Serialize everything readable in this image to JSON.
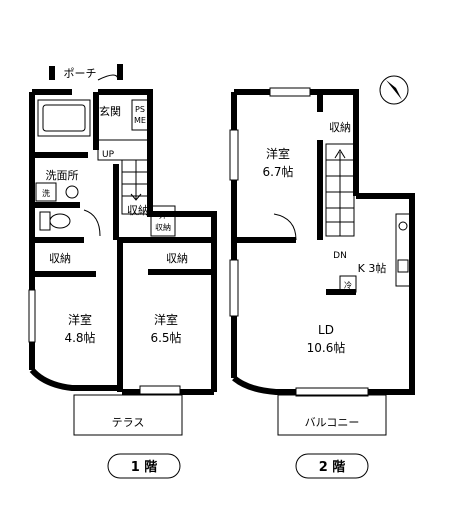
{
  "floor1": {
    "label": "1 階",
    "porch": "ポーチ",
    "entrance": "玄関",
    "ps_me": [
      "PS",
      "ME"
    ],
    "up": "UP",
    "washroom": "洗面所",
    "wash_symbol": "洗",
    "storage_stairs": "収納",
    "outdoor_storage": [
      "外",
      "収納"
    ],
    "storage_left": "収納",
    "storage_right": "収納",
    "room_left": {
      "name": "洋室",
      "size": "4.8帖"
    },
    "room_right": {
      "name": "洋室",
      "size": "6.5帖"
    },
    "terrace": "テラス"
  },
  "floor2": {
    "label": "2 階",
    "room": {
      "name": "洋室",
      "size": "6.7帖"
    },
    "storage": "収納",
    "dn": "DN",
    "kitchen": "K  3帖",
    "fridge": "冷",
    "ld": {
      "name": "LD",
      "size": "10.6帖"
    },
    "balcony": "バルコニー"
  }
}
